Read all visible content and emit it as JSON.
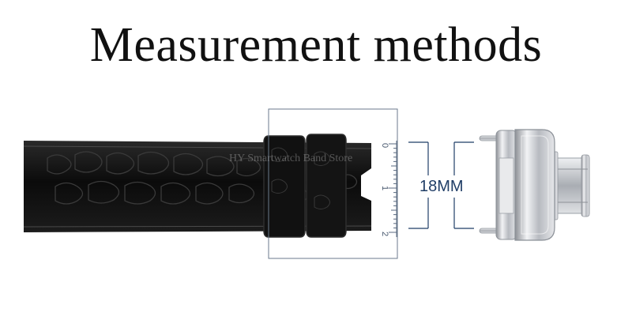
{
  "title": "Measurement methods",
  "watermark": "HY Smartwatch Band Store",
  "ruler": {
    "ticks": [
      "0",
      "1",
      "2"
    ]
  },
  "measurement": {
    "label": "18MM",
    "value_mm": 18
  },
  "colors": {
    "strap": "#0d0d0d",
    "dimension_lines": "#1f3d66",
    "measure_frame": "#6b7a8c",
    "clasp_metal": "#c9ccd1"
  },
  "icons": {
    "strap": "leather-strap-icon",
    "clasp": "deployment-clasp-icon"
  }
}
